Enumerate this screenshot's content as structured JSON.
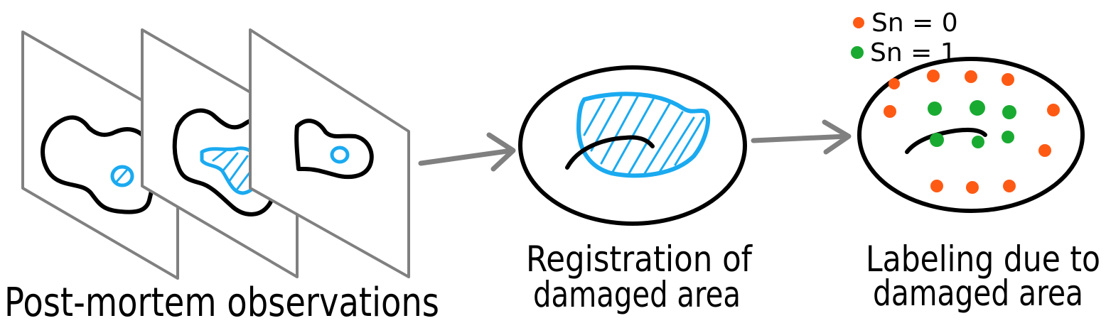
{
  "captions": {
    "postmortem": "Post-mortem observations",
    "registration_line1": "Registration of",
    "registration_line2": "damaged area",
    "labeling_line1": "Labeling due to",
    "labeling_line2": "damaged area"
  },
  "legend": {
    "label0": "Sn = 0",
    "label1": "Sn = 1"
  },
  "colors": {
    "outline": "#000000",
    "damage": "#1aaaf0",
    "panel": "#808080",
    "arrow": "#808080",
    "label0": "#ff5a14",
    "label1": "#19aa32"
  }
}
